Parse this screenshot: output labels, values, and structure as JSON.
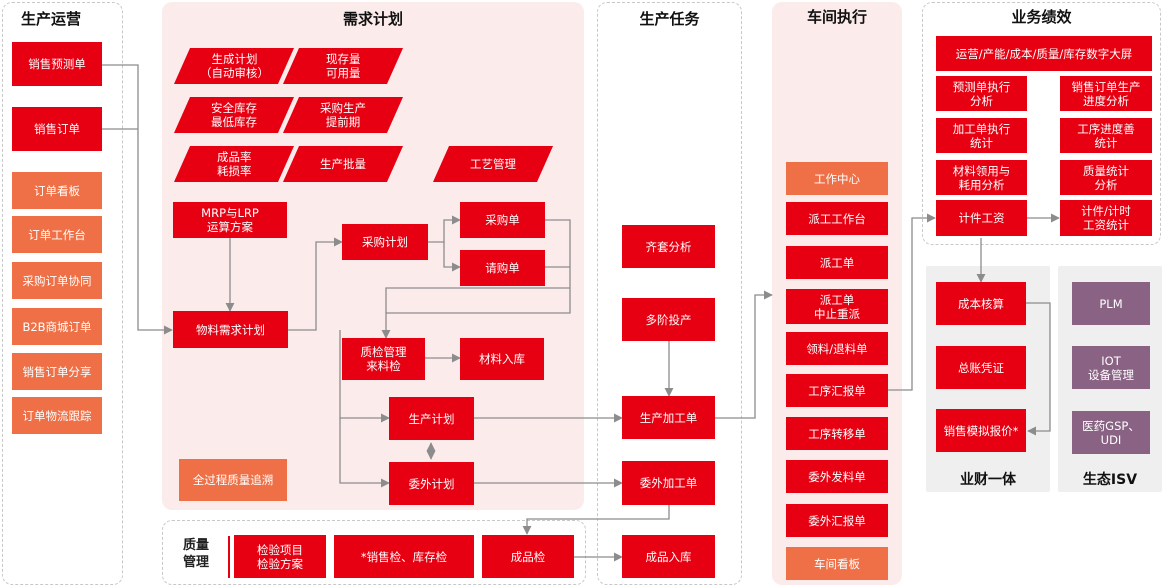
{
  "panels": {
    "ops_title": "生产运营",
    "demand_title": "需求计划",
    "task_title": "生产任务",
    "workshop_title": "车间执行",
    "perf_title": "业务绩效",
    "quality_title": "质量\n管理",
    "finance_title": "业财一体",
    "isv_title": "生态ISV"
  },
  "ops": {
    "forecast": "销售预测单",
    "sales_order": "销售订单",
    "order_board": "订单看板",
    "order_workbench": "订单工作台",
    "purchase_collab": "采购订单协同",
    "b2b_order": "B2B商城订单",
    "order_share": "销售订单分享",
    "order_logistics": "订单物流跟踪"
  },
  "demand": {
    "gen_plan": "生成计划\n（自动审核）",
    "stock": "现存量\n可用量",
    "safety_stock": "安全库存\n最低库存",
    "purchase_lead": "采购生产\n提前期",
    "yield_rate": "成品率\n耗损率",
    "batch": "生产批量",
    "process_mgmt": "工艺管理",
    "mrp_lrp": "MRP与LRP\n运算方案",
    "material_plan": "物料需求计划",
    "purchase_plan": "采购计划",
    "purchase_order": "采购单",
    "requisition": "请购单",
    "incoming_qc": "质检管理\n来料检",
    "material_in": "材料入库",
    "production_plan": "生产计划",
    "outsource_plan": "委外计划",
    "quality_trace": "全过程质量追溯"
  },
  "task": {
    "kitting": "齐套分析",
    "multi_stage": "多阶投产",
    "work_order": "生产加工单",
    "outsource_order": "委外加工单",
    "product_in": "成品入库"
  },
  "workshop": {
    "work_center": "工作中心",
    "dispatch_bench": "派工工作台",
    "dispatch": "派工单",
    "dispatch_stop": "派工单\n中止重派",
    "material_issue": "领料/退料单",
    "process_report": "工序汇报单",
    "process_transfer": "工序转移单",
    "outsource_issue": "委外发料单",
    "outsource_report": "委外汇报单",
    "workshop_board": "车间看板"
  },
  "perf": {
    "dashboard": "运营/产能/成本/质量/库存数字大屏",
    "forecast_exec": "预测单执行\n分析",
    "so_progress": "销售订单生产\n进度分析",
    "wo_exec": "加工单执行\n统计",
    "process_progress": "工序进度善\n统计",
    "material_usage": "材料领用与\n耗用分析",
    "quality_stats": "质量统计\n分析",
    "piece_wage": "计件工资",
    "wage_stats": "计件/计时\n工资统计"
  },
  "finance": {
    "cost_calc": "成本核算",
    "gl_voucher": "总账凭证",
    "sales_quote": "销售模拟报价*"
  },
  "isv": {
    "plm": "PLM",
    "iot": "IOT\n设备管理",
    "pharma": "医药GSP、UDI"
  },
  "quality": {
    "inspect_items": "检验项目\n检验方案",
    "sales_check": "*销售检、库存检",
    "product_check": "成品检"
  },
  "colors": {
    "red": "#e60012",
    "orange": "#ef7046",
    "purple": "#8a6384",
    "pink_panel": "#fbeceb",
    "gray_panel": "#efefef",
    "line": "#8c8c8c"
  }
}
